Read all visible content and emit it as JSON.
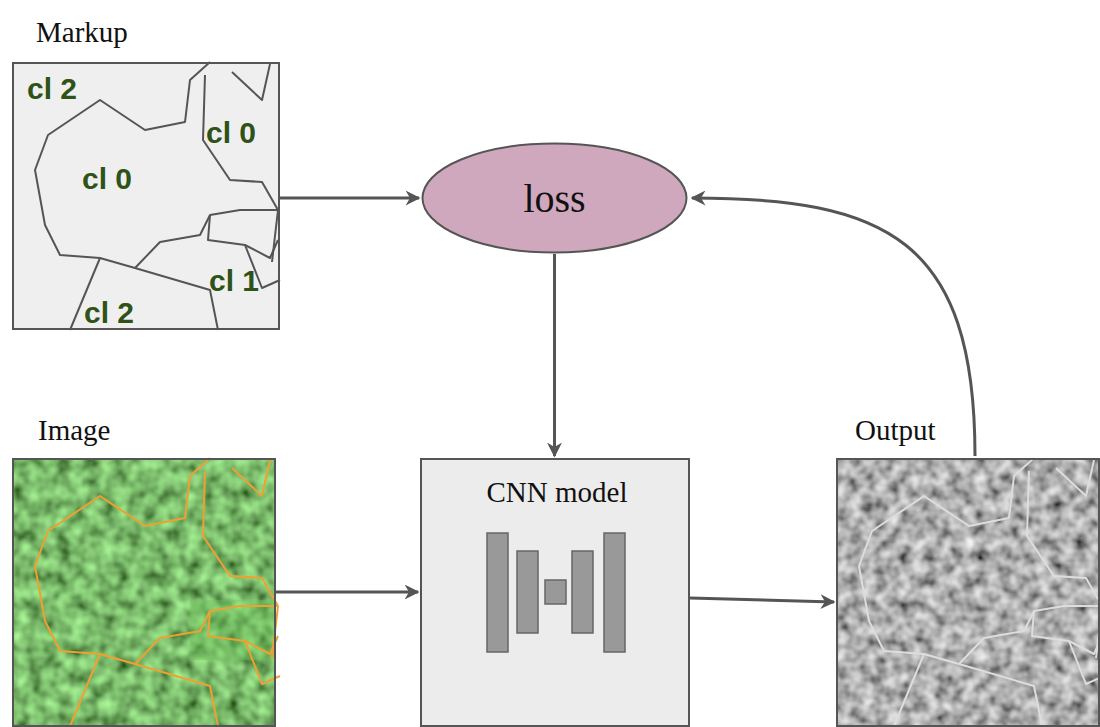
{
  "diagram": {
    "nodes": [
      {
        "text": [
          "Markup",
          "cl 2",
          "cl 0",
          "cl 0",
          "cl 1",
          "cl 2"
        ]
      },
      {
        "text": [
          "loss"
        ]
      },
      {
        "text": [
          "Image"
        ]
      },
      {
        "text": [
          "CNN model"
        ]
      },
      {
        "text": [
          "Output"
        ]
      }
    ],
    "edges": [
      {
        "from": 0,
        "to": 1,
        "arrow": "to"
      },
      {
        "from": 4,
        "to": 1,
        "arrow": "to"
      },
      {
        "from": 1,
        "to": 3,
        "arrow": "to"
      },
      {
        "from": 2,
        "to": 3,
        "arrow": "to"
      },
      {
        "from": 3,
        "to": 4,
        "arrow": "to"
      }
    ]
  }
}
